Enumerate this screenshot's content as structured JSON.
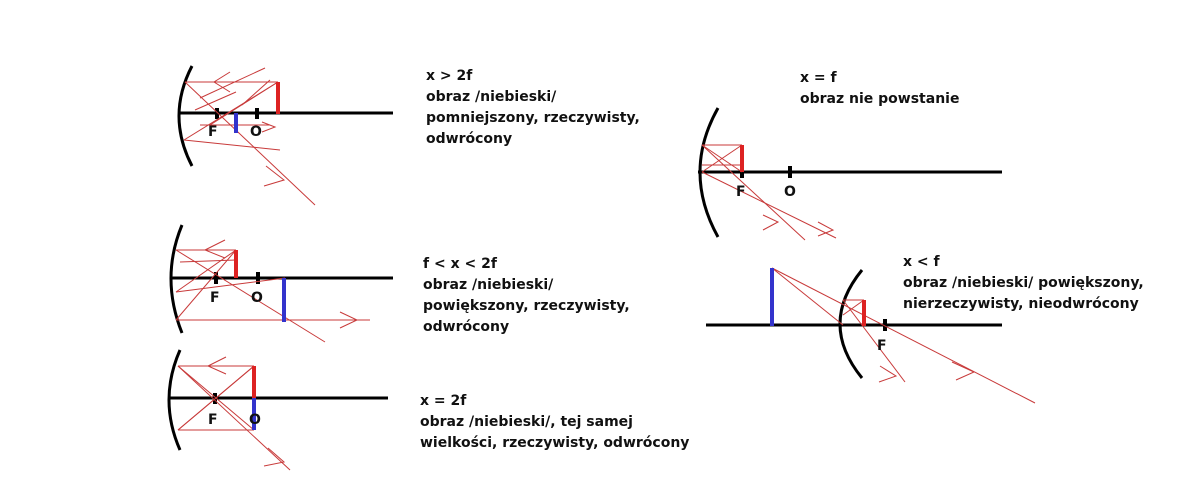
{
  "colors": {
    "axis": "#000000",
    "object": "#dd2222",
    "image": "#3333cc",
    "rays": "#c83a3a",
    "background": "#ffffff"
  },
  "point_labels": {
    "focus": "F",
    "center": "O"
  },
  "cases": [
    {
      "id": "x-gt-2f",
      "lines": [
        "x  > 2f",
        "obraz /niebieski/",
        "pomniejszony, rzeczywisty,",
        "odwrócony"
      ]
    },
    {
      "id": "f-lt-x-lt-2f",
      "lines": [
        "f < x < 2f",
        "obraz /niebieski/",
        "powiększony, rzeczywisty,",
        "odwrócony"
      ]
    },
    {
      "id": "x-eq-2f",
      "lines": [
        "x = 2f",
        "obraz /niebieski/, tej samej",
        "wielkości, rzeczywisty, odwrócony"
      ]
    },
    {
      "id": "x-eq-f",
      "lines": [
        "x = f",
        "obraz nie powstanie"
      ]
    },
    {
      "id": "x-lt-f",
      "lines": [
        "x < f",
        "obraz /niebieski/ powiększony,",
        "nierzeczywisty, nieodwrócony"
      ]
    }
  ]
}
